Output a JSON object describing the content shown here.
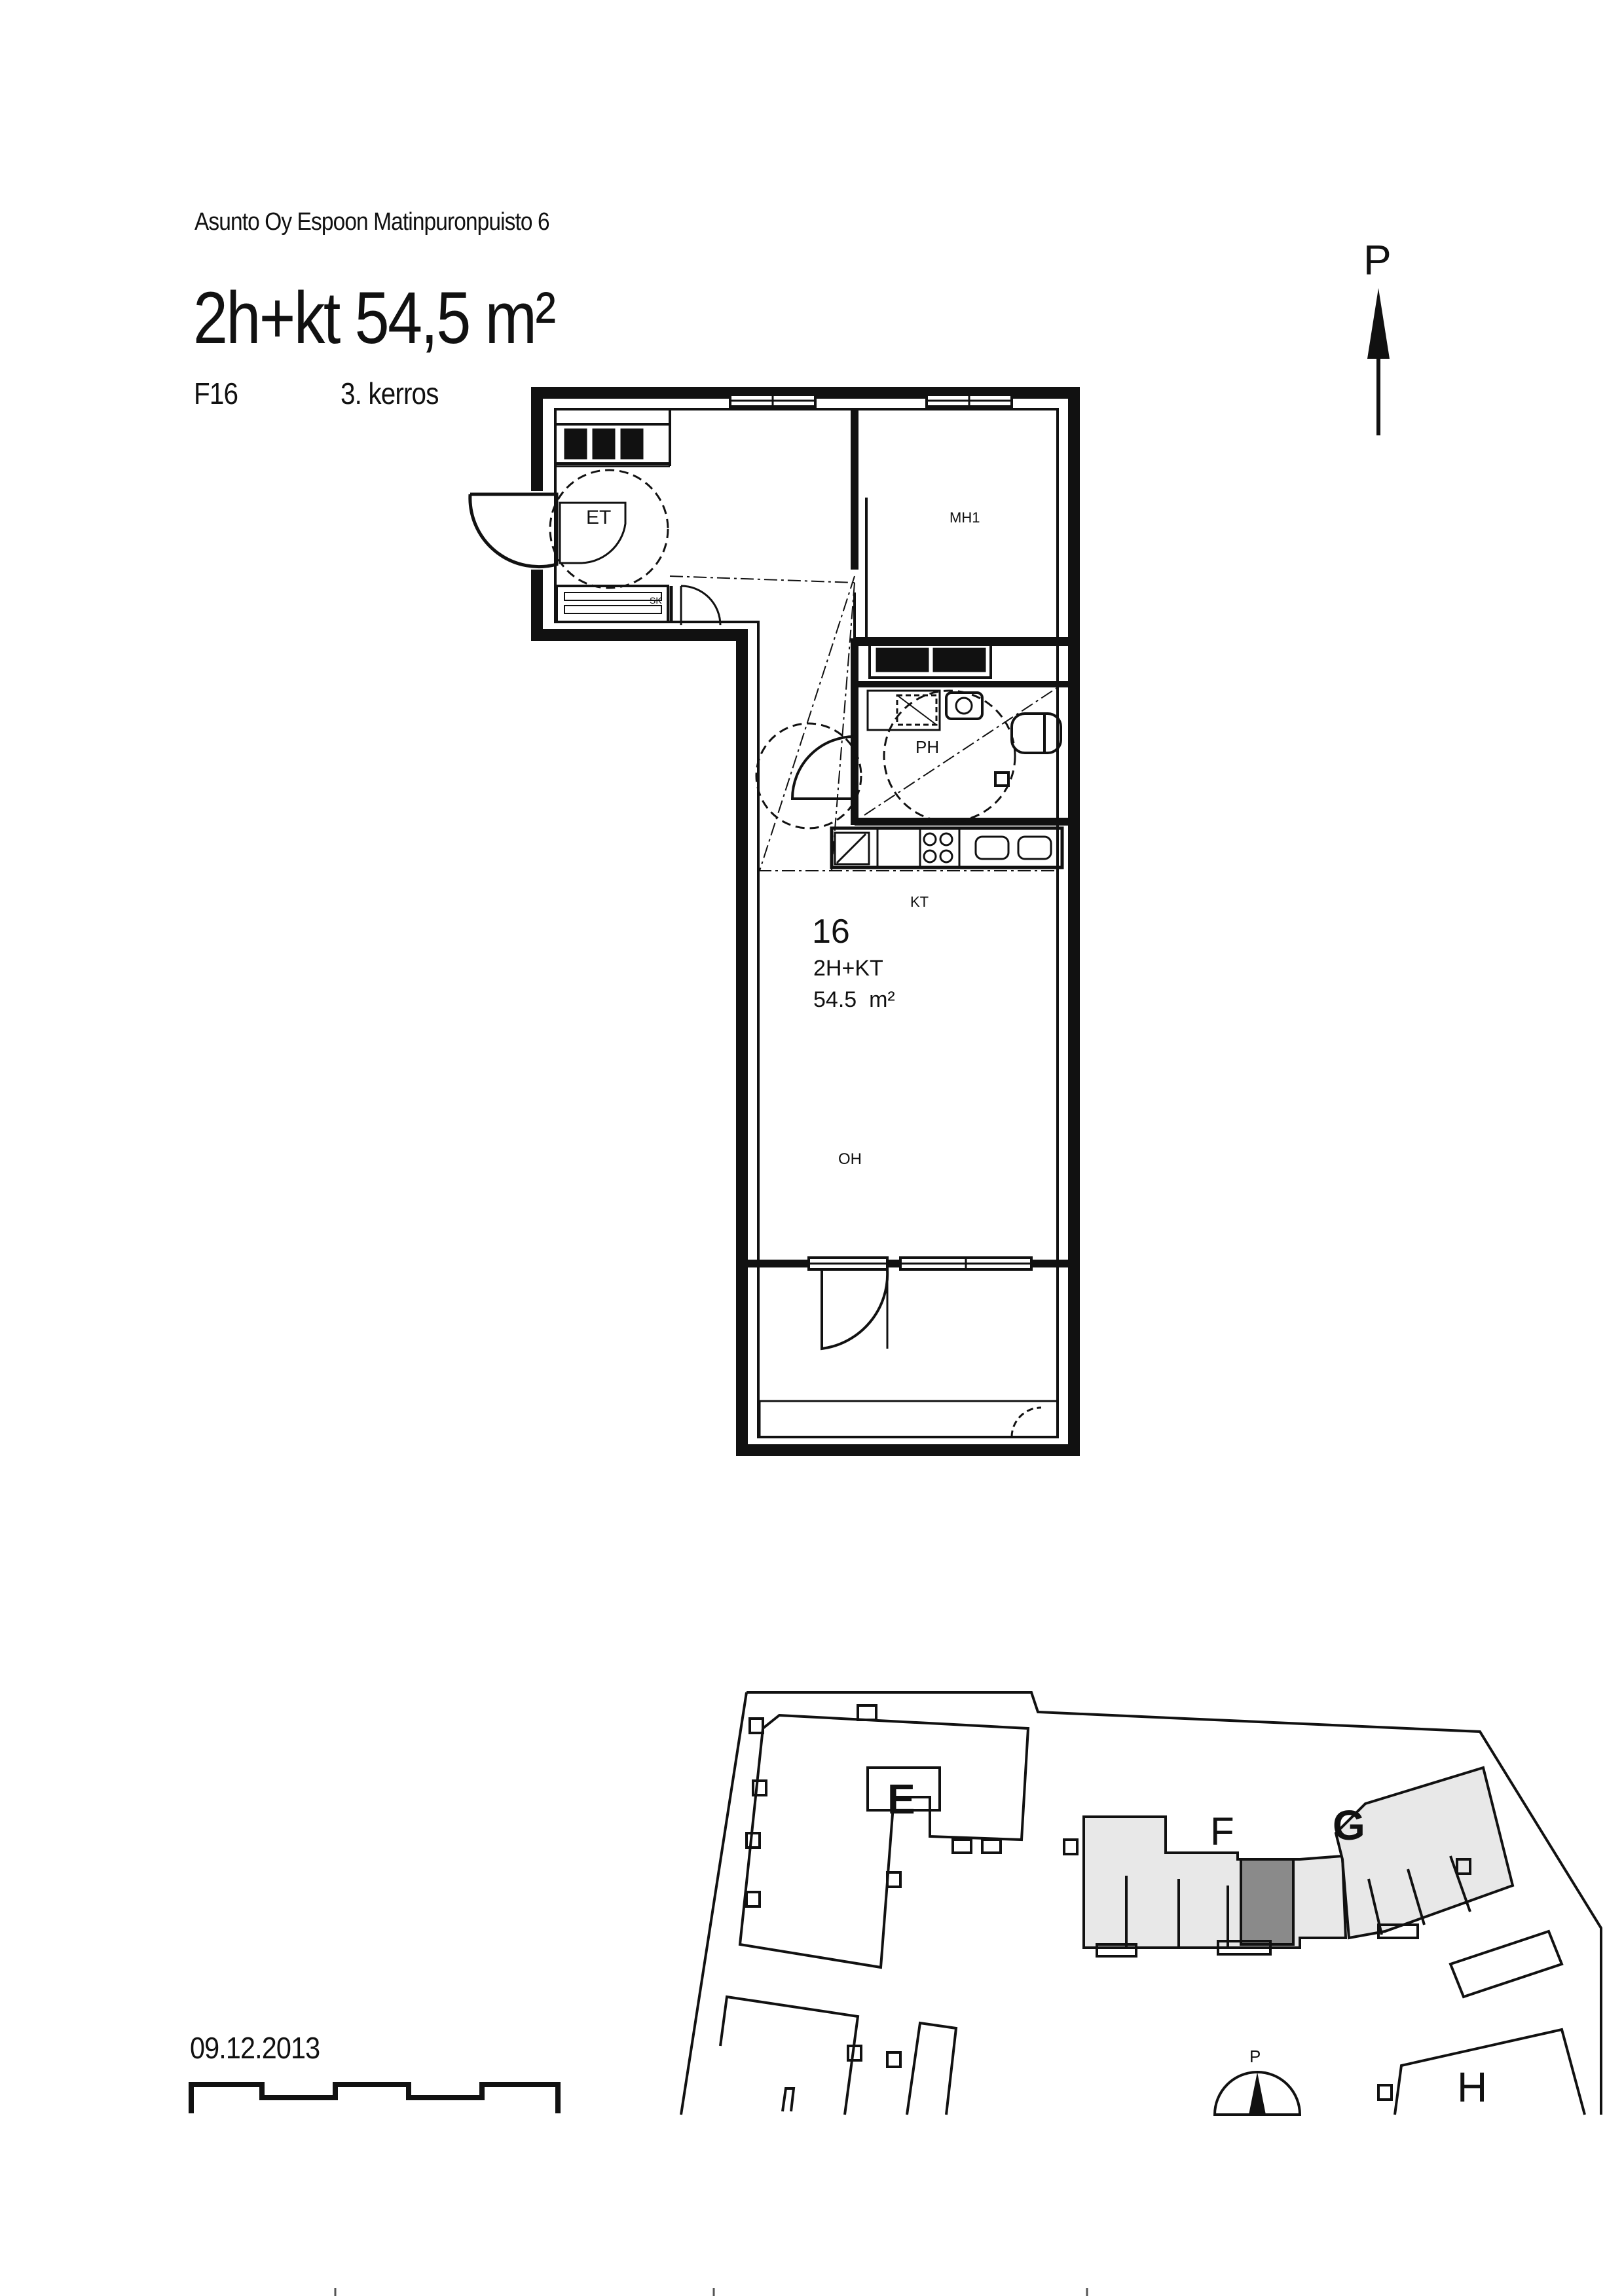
{
  "header": {
    "building_name": "Asunto Oy Espoon Matinpuronpuisto 6",
    "apartment_type": "2h+kt 54,5 m²",
    "apartment_id": "F16",
    "floor": "3. kerros"
  },
  "north_marker": "P",
  "floorplan": {
    "rooms": {
      "entry": "ET",
      "bedroom": "MH1",
      "bathroom": "PH",
      "kitchen": "KT",
      "living_room": "OH",
      "closet": "SK"
    },
    "apartment_number": "16",
    "apartment_type": "2H+KT",
    "apartment_area": "54.5  m²"
  },
  "site_map": {
    "building_labels": [
      "E",
      "F",
      "G",
      "H"
    ],
    "north_marker": "P",
    "highlight_color": "#8a8a8a",
    "building_fill": "#e8e8e8"
  },
  "date": "09.12.2013"
}
